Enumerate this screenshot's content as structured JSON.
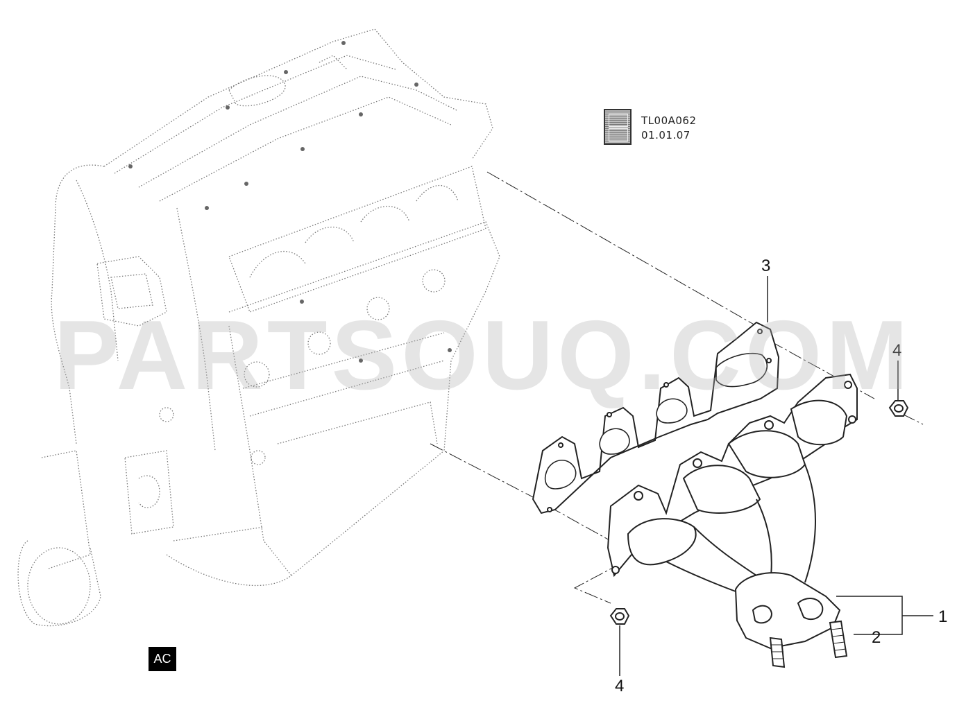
{
  "reference": {
    "code": "TL00A062",
    "date": "01.01.07",
    "icon": "catalog-book-icon"
  },
  "watermark": "PARTSOUQ.COM",
  "badge": "AC",
  "callouts": {
    "c1": "1",
    "c2": "2",
    "c3": "3",
    "c4_top": "4",
    "c4_bottom": "4"
  },
  "colors": {
    "line": "#222222",
    "engine_line": "#777777",
    "watermark": "#afafaf"
  }
}
